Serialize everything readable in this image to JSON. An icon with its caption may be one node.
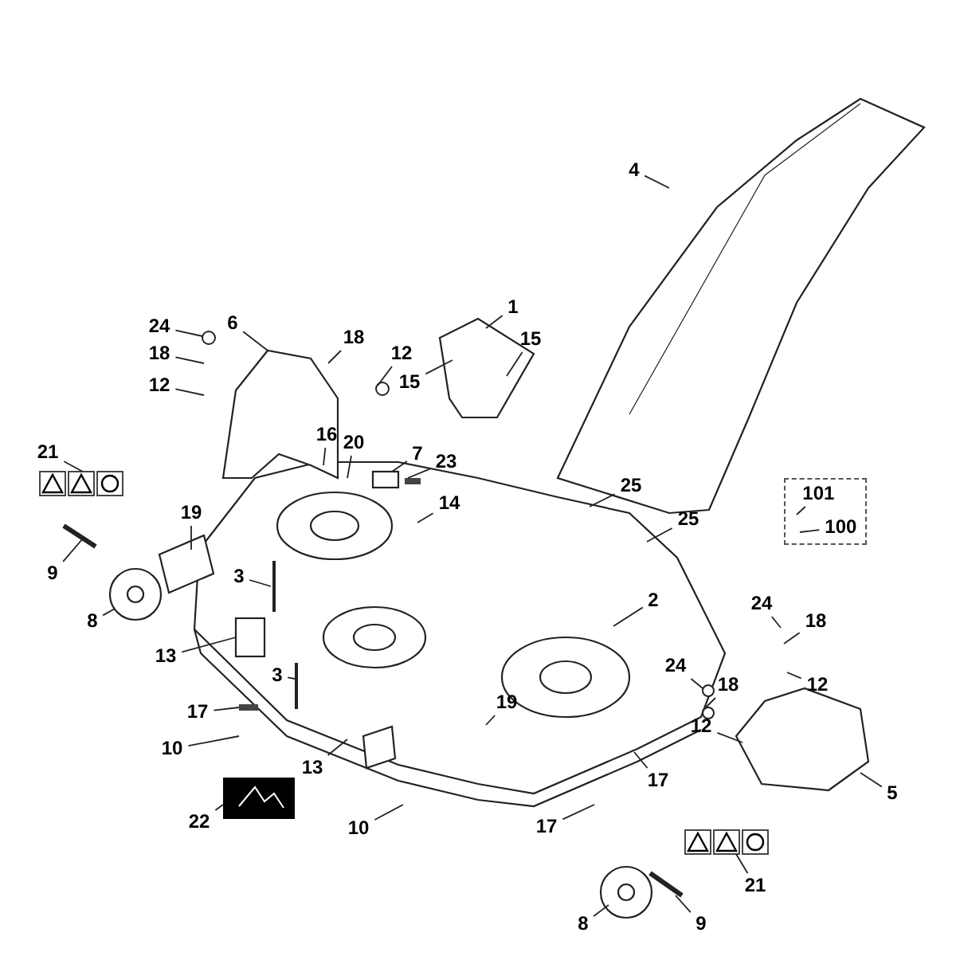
{
  "diagram": {
    "nodes": [
      {
        "text": [
          "4"
        ]
      },
      {
        "text": [
          "1"
        ]
      },
      {
        "text": [
          "6"
        ]
      },
      {
        "text": [
          "24"
        ]
      },
      {
        "text": [
          "15"
        ]
      },
      {
        "text": [
          "18"
        ]
      },
      {
        "text": [
          "18"
        ]
      },
      {
        "text": [
          "12"
        ]
      },
      {
        "text": [
          "12"
        ]
      },
      {
        "text": [
          "15"
        ]
      },
      {
        "text": [
          "16"
        ]
      },
      {
        "text": [
          "20"
        ]
      },
      {
        "text": [
          "21"
        ]
      },
      {
        "text": [
          "7"
        ]
      },
      {
        "text": [
          "23"
        ]
      },
      {
        "text": [],
        "shape": "box"
      },
      {
        "text": [
          "101"
        ],
        "in": 15
      },
      {
        "text": [
          "100"
        ],
        "in": 15
      },
      {
        "text": [
          "25"
        ]
      },
      {
        "text": [
          "14"
        ]
      },
      {
        "text": [
          "19"
        ]
      },
      {
        "text": [
          "25"
        ]
      },
      {
        "text": [
          "9"
        ]
      },
      {
        "text": [
          "3"
        ]
      },
      {
        "text": [
          "2"
        ]
      },
      {
        "text": [
          "24"
        ]
      },
      {
        "text": [
          "8"
        ]
      },
      {
        "text": [
          "18"
        ]
      },
      {
        "text": [
          "13"
        ]
      },
      {
        "text": [
          "24"
        ]
      },
      {
        "text": [
          "12"
        ]
      },
      {
        "text": [
          "18"
        ]
      },
      {
        "text": [
          "3"
        ]
      },
      {
        "text": [
          "19"
        ]
      },
      {
        "text": [
          "17"
        ]
      },
      {
        "text": [
          "12"
        ]
      },
      {
        "text": [
          "10"
        ]
      },
      {
        "text": [
          "13"
        ]
      },
      {
        "text": [
          "5"
        ]
      },
      {
        "text": [
          "17"
        ]
      },
      {
        "text": [
          "22"
        ]
      },
      {
        "text": [
          "10"
        ]
      },
      {
        "text": [
          "17"
        ]
      },
      {
        "text": [
          "21"
        ]
      },
      {
        "text": [
          "8"
        ]
      },
      {
        "text": [
          "9"
        ]
      },
      {
        "text": [],
        "shape": "picture"
      },
      {
        "text": [],
        "shape": "picture"
      },
      {
        "text": [],
        "shape": "picture"
      },
      {
        "text": [],
        "shape": "circle"
      },
      {
        "text": [],
        "shape": "circle"
      },
      {
        "text": [],
        "shape": "box"
      },
      {
        "text": [],
        "shape": "bar"
      },
      {
        "text": [],
        "shape": "box"
      },
      {
        "text": [],
        "shape": "circle"
      },
      {
        "text": [],
        "shape": "circle"
      },
      {
        "text": [],
        "shape": "bar"
      }
    ],
    "edges": [
      {
        "from": 0,
        "to": null,
        "arrow": "none"
      },
      {
        "from": 1,
        "to": null,
        "arrow": "none"
      },
      {
        "from": 2,
        "to": null,
        "arrow": "none"
      },
      {
        "from": 3,
        "to": 49,
        "arrow": "none"
      },
      {
        "from": 4,
        "to": null,
        "arrow": "none"
      },
      {
        "from": 5,
        "to": null,
        "arrow": "none"
      },
      {
        "from": 6,
        "to": null,
        "arrow": "none"
      },
      {
        "from": 7,
        "to": 50,
        "arrow": "none"
      },
      {
        "from": 8,
        "to": null,
        "arrow": "none"
      },
      {
        "from": 9,
        "to": null,
        "arrow": "none"
      },
      {
        "from": 10,
        "to": null,
        "arrow": "none"
      },
      {
        "from": 11,
        "to": null,
        "arrow": "none"
      },
      {
        "from": 12,
        "to": 46,
        "arrow": "none"
      },
      {
        "from": 13,
        "to": 51,
        "arrow": "none"
      },
      {
        "from": 14,
        "to": 52,
        "arrow": "none"
      },
      {
        "from": 16,
        "to": null,
        "arrow": "none"
      },
      {
        "from": 17,
        "to": null,
        "arrow": "none"
      },
      {
        "from": 18,
        "to": null,
        "arrow": "none"
      },
      {
        "from": 19,
        "to": null,
        "arrow": "none"
      },
      {
        "from": 20,
        "to": null,
        "arrow": "none"
      },
      {
        "from": 21,
        "to": null,
        "arrow": "none"
      },
      {
        "from": 22,
        "to": null,
        "arrow": "none"
      },
      {
        "from": 23,
        "to": null,
        "arrow": "none"
      },
      {
        "from": 24,
        "to": null,
        "arrow": "none"
      },
      {
        "from": 25,
        "to": null,
        "arrow": "none"
      },
      {
        "from": 26,
        "to": null,
        "arrow": "none"
      },
      {
        "from": 27,
        "to": null,
        "arrow": "none"
      },
      {
        "from": 28,
        "to": 53,
        "arrow": "none"
      },
      {
        "from": 29,
        "to": 54,
        "arrow": "none"
      },
      {
        "from": 30,
        "to": null,
        "arrow": "none"
      },
      {
        "from": 31,
        "to": 55,
        "arrow": "none"
      },
      {
        "from": 32,
        "to": null,
        "arrow": "none"
      },
      {
        "from": 33,
        "to": null,
        "arrow": "none"
      },
      {
        "from": 34,
        "to": 56,
        "arrow": "none"
      },
      {
        "from": 35,
        "to": null,
        "arrow": "none"
      },
      {
        "from": 36,
        "to": null,
        "arrow": "none"
      },
      {
        "from": 37,
        "to": null,
        "arrow": "none"
      },
      {
        "from": 38,
        "to": null,
        "arrow": "none"
      },
      {
        "from": 39,
        "to": null,
        "arrow": "none"
      },
      {
        "from": 40,
        "to": 47,
        "arrow": "none"
      },
      {
        "from": 41,
        "to": null,
        "arrow": "none"
      },
      {
        "from": 42,
        "to": null,
        "arrow": "none"
      },
      {
        "from": 43,
        "to": 48,
        "arrow": "none"
      },
      {
        "from": 44,
        "to": null,
        "arrow": "none"
      },
      {
        "from": 45,
        "to": null,
        "arrow": "none"
      }
    ]
  }
}
